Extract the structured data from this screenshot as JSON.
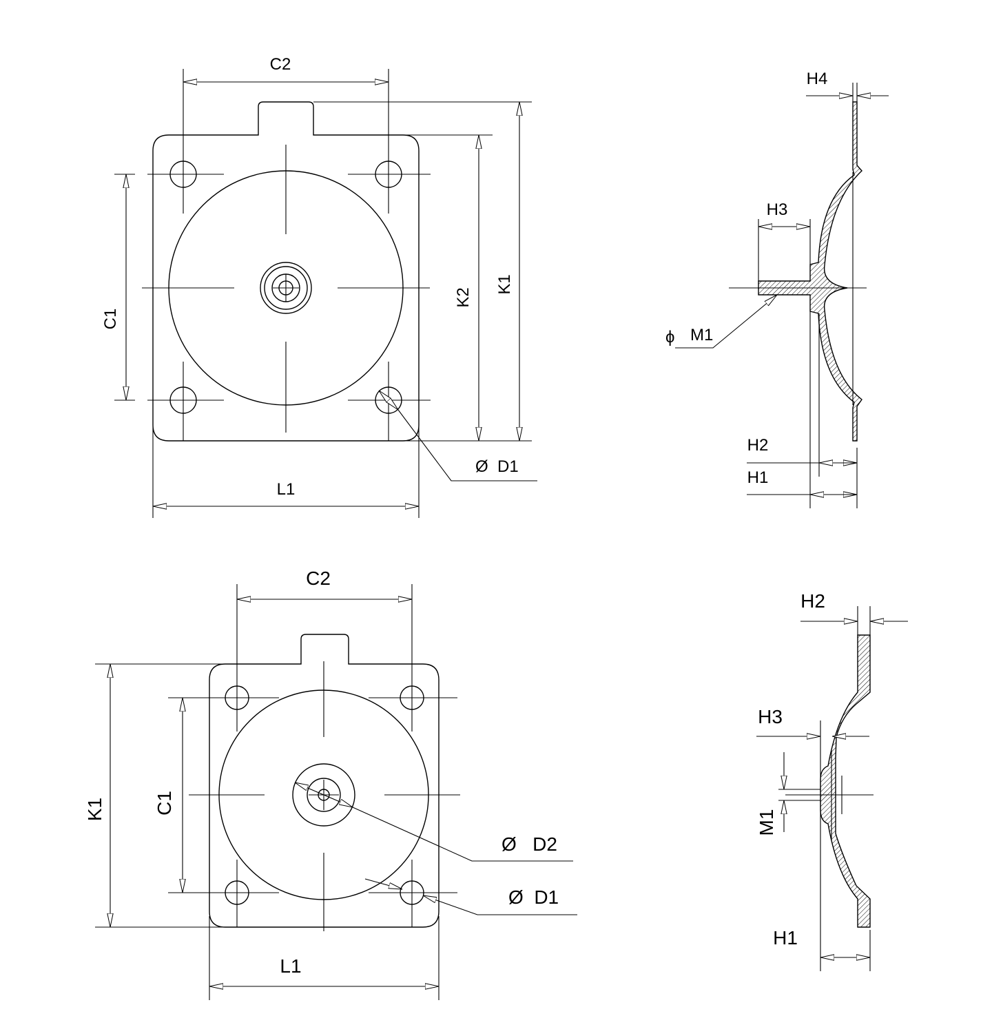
{
  "labels": {
    "top_front": {
      "c2": "C2",
      "c1": "C1",
      "k2": "K2",
      "k1": "K1",
      "l1": "L1",
      "d1": "Ø  D1"
    },
    "top_side": {
      "h4": "H4",
      "h3": "H3",
      "m1": "M1",
      "m1_symbol": "ϕ",
      "h2": "H2",
      "h1": "H1"
    },
    "bottom_front": {
      "c2": "C2",
      "c1": "C1",
      "k1": "K1",
      "l1": "L1",
      "d2": "Ø   D2",
      "d1": "Ø  D1"
    },
    "bottom_side": {
      "h2": "H2",
      "h3": "H3",
      "m1": "M1",
      "h1": "H1"
    }
  },
  "colors": {
    "line": "#000000",
    "background": "#ffffff"
  }
}
